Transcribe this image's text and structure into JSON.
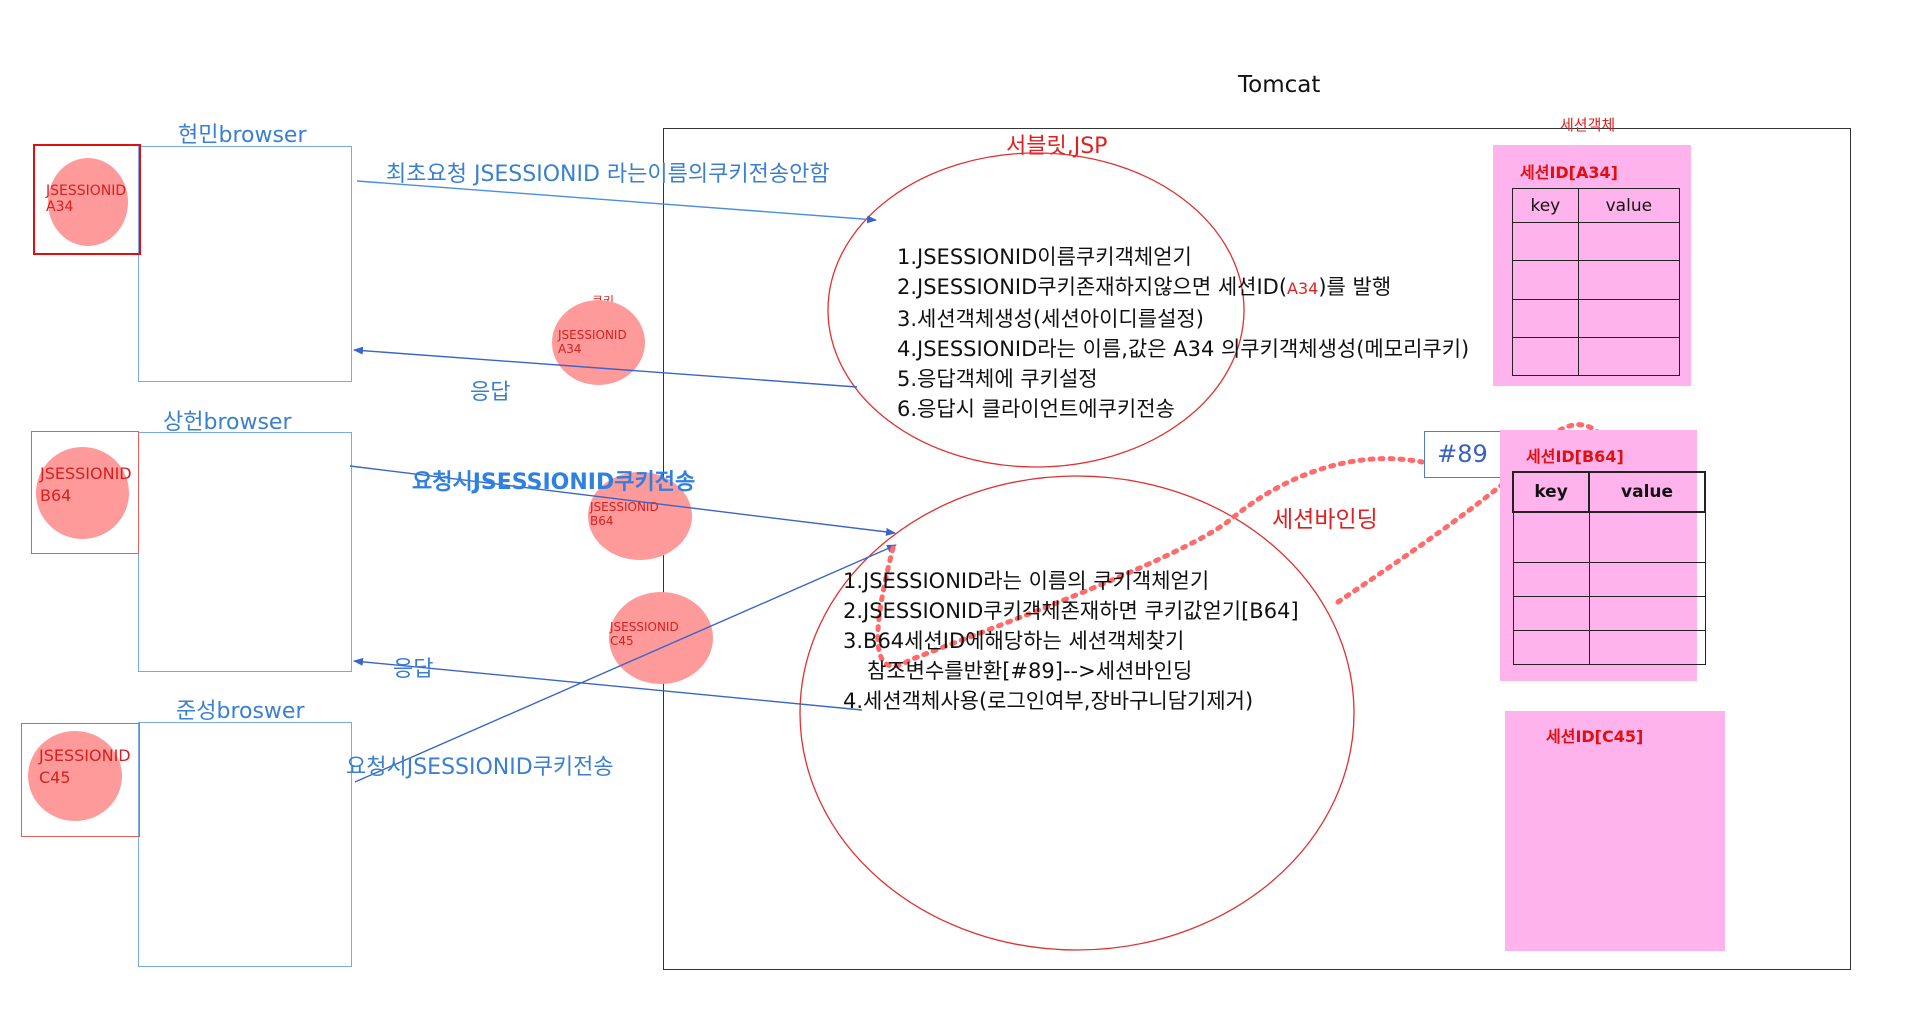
{
  "server": {
    "title": "Tomcat",
    "servlet_label": "서블릿,JSP",
    "session_objects_label": "세션객체",
    "binding_label": "세션바인딩",
    "reference_no": "#89"
  },
  "browsers": [
    {
      "title": "현민browser",
      "cookie_name": "JSESSIONID",
      "cookie_value": "A34"
    },
    {
      "title": "상헌browser",
      "cookie_name": "JSESSIONID",
      "cookie_value": "B64"
    },
    {
      "title": "준성broswer",
      "cookie_name": "JSESSIONID",
      "cookie_value": "C45"
    }
  ],
  "arrows": {
    "first_request": "최초요청 JSESSIONID 라는이름의쿠키전송안함",
    "response1": "응답",
    "request_b64": "요청시JSESSIONID쿠키전송",
    "response2": "응답",
    "request_c45": "요청시JSESSIONID쿠키전송"
  },
  "floating_cookies": {
    "label": "쿠키",
    "c1_name": "JSESSIONID",
    "c1_value": "A34",
    "c2_name": "JSESSIONID",
    "c2_value": "B64",
    "c3_name": "JSESSIONID",
    "c3_value": "C45"
  },
  "steps_new": [
    "1.JSESSIONID이름쿠키객체얻기",
    "2.JSESSIONID쿠키존재하지않으면 세션ID(",
    "A34",
    ")를 발행",
    "3.세션객체생성(세션아이디를설정)",
    "4.JSESSIONID라는 이름,값은 A34 의쿠키객체생성(메모리쿠키)",
    "5.응답객체에 쿠키설정",
    "6.응답시 클라이언트에쿠키전송"
  ],
  "steps_existing": [
    "1.JSESSIONID라는 이름의 쿠키객체얻기",
    "2.JSESSIONID쿠키객체존재하면 쿠키값얻기[B64]",
    "3.B64세션ID에해당하는 세션객체찾기",
    "참조변수를반환[#89]-->세션바인딩",
    "4.세션객체사용(로그인여부,장바구니담기제거)"
  ],
  "sessions": [
    {
      "id_label": "세션ID[A34]",
      "key_header": "key",
      "value_header": "value"
    },
    {
      "id_label": "세션ID[B64]",
      "key_header": "key",
      "value_header": "value"
    },
    {
      "id_label": "세션ID[C45]"
    }
  ]
}
